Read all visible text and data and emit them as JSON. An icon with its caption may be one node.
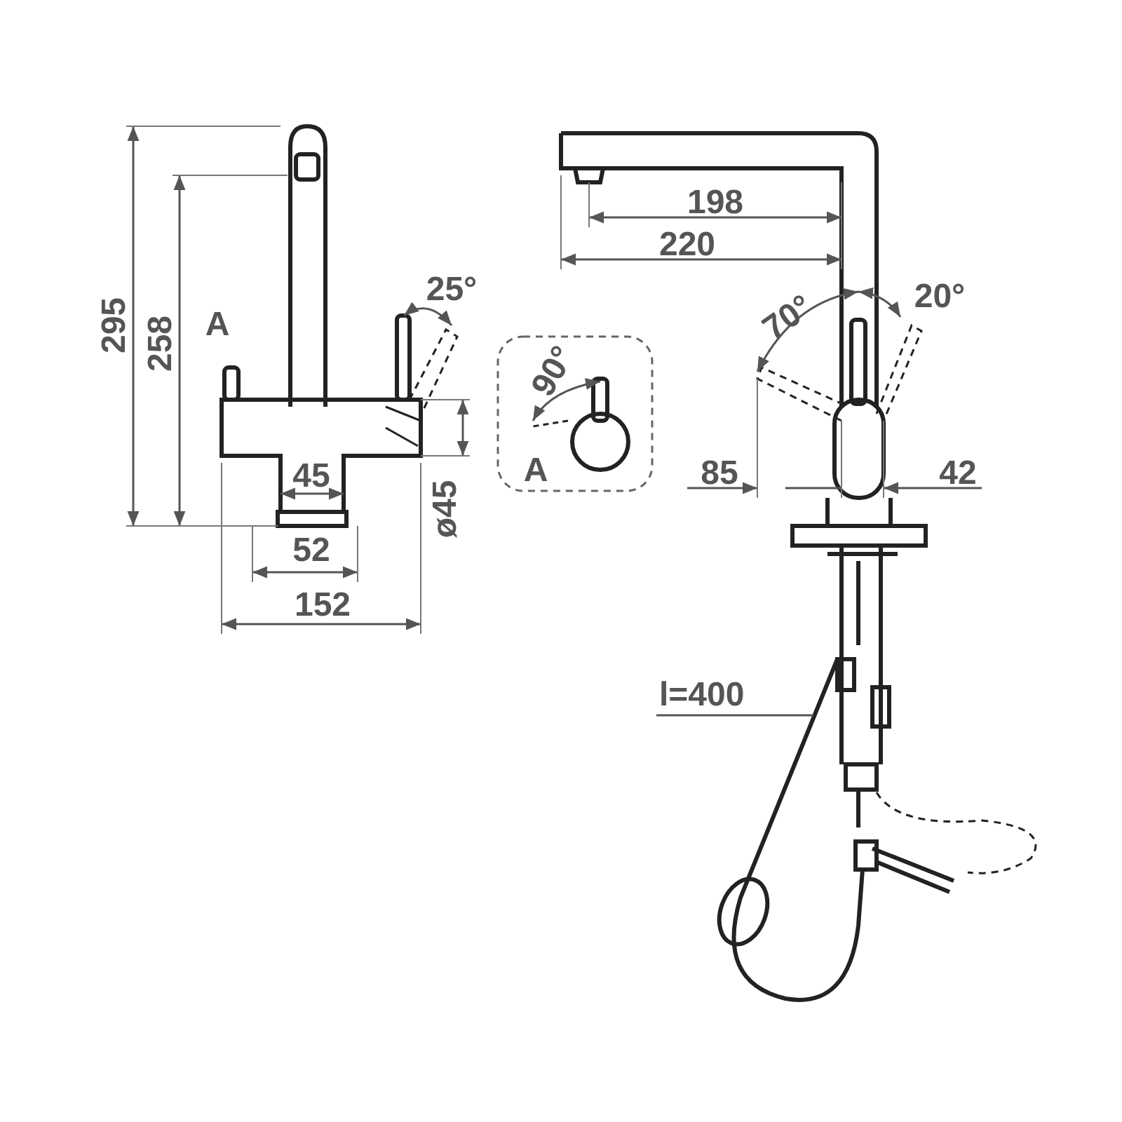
{
  "diagram": {
    "nodes": [
      {
        "text": [
          "l=400"
        ]
      },
      {
        "text": [],
        "shape": "picture"
      }
    ],
    "edges": [
      {
        "from": 0,
        "to": 1,
        "arrow": "none"
      }
    ],
    "labels": [
      "198",
      "220",
      "25°",
      "70°",
      "20°",
      "295",
      "258",
      "A",
      "90°",
      "45",
      "A",
      "85",
      "42",
      "ø45",
      "52",
      "152"
    ]
  }
}
